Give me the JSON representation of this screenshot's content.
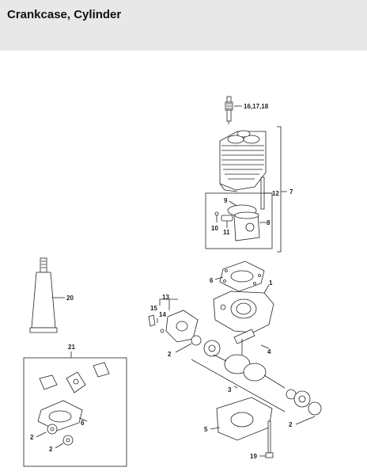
{
  "title": "Crankcase, Cylinder",
  "callouts": {
    "spark": "16,17,18",
    "n12": "12",
    "n7": "7",
    "n9": "9",
    "n8": "8",
    "n10": "10",
    "n11": "11",
    "n6a": "6",
    "n1": "1",
    "n20": "20",
    "n13": "13",
    "n15": "15",
    "n14": "14",
    "n2a": "2",
    "n4": "4",
    "n21": "21",
    "n3": "3",
    "n6b": "6",
    "n2b": "2",
    "n2c": "2",
    "n2d": "2",
    "n5": "5",
    "n19": "19"
  },
  "colors": {
    "header_bg": "#e8e8e8",
    "line": "#222222"
  }
}
